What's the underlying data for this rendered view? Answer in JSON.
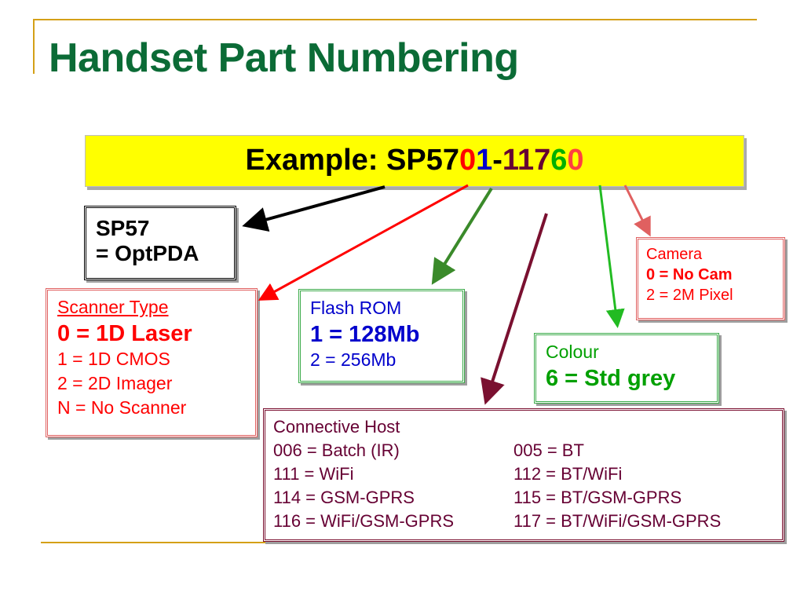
{
  "title": "Handset Part Numbering",
  "example": {
    "label": "Example: ",
    "parts": [
      {
        "text": "SP57",
        "color": "#000000"
      },
      {
        "text": "0",
        "color": "#ff0000"
      },
      {
        "text": "1",
        "color": "#0000cc"
      },
      {
        "text": "-",
        "color": "#000000"
      },
      {
        "text": "117",
        "color": "#660033"
      },
      {
        "text": "6",
        "color": "#00b000"
      },
      {
        "text": "0",
        "color": "#ff4040"
      }
    ]
  },
  "sp57_box": {
    "line1": "SP57",
    "line2": "= OptPDA"
  },
  "scanner": {
    "heading": "Scanner Type",
    "highlight": "0 = 1D Laser",
    "options": [
      "1 = 1D CMOS",
      "2 = 2D Imager",
      "N = No Scanner"
    ],
    "color": "#ff0000"
  },
  "flash": {
    "heading": "Flash ROM",
    "highlight": "1 = 128Mb",
    "options": [
      "2 = 256Mb"
    ],
    "color": "#0000cc"
  },
  "colour": {
    "heading": "Colour",
    "highlight": "6 = Std grey",
    "color": "#00a000"
  },
  "camera": {
    "heading": "Camera",
    "highlight": "0 = No Cam",
    "options": [
      "2 = 2M Pixel"
    ],
    "color": "#ff0000"
  },
  "host": {
    "heading": "Connective Host",
    "rows": [
      [
        "006 = Batch (IR)",
        "005 = BT"
      ],
      [
        "111 = WiFi",
        "112 = BT/WiFi"
      ],
      [
        "114 = GSM-GPRS",
        "115 = BT/GSM-GPRS"
      ],
      [
        "116 = WiFi/GSM-GPRS",
        "117 = BT/WiFi/GSM-GPRS"
      ]
    ],
    "color": "#660033"
  },
  "colors": {
    "title": "#0b6b36",
    "accent_line": "#d4a017",
    "bar": "#ffff00"
  }
}
